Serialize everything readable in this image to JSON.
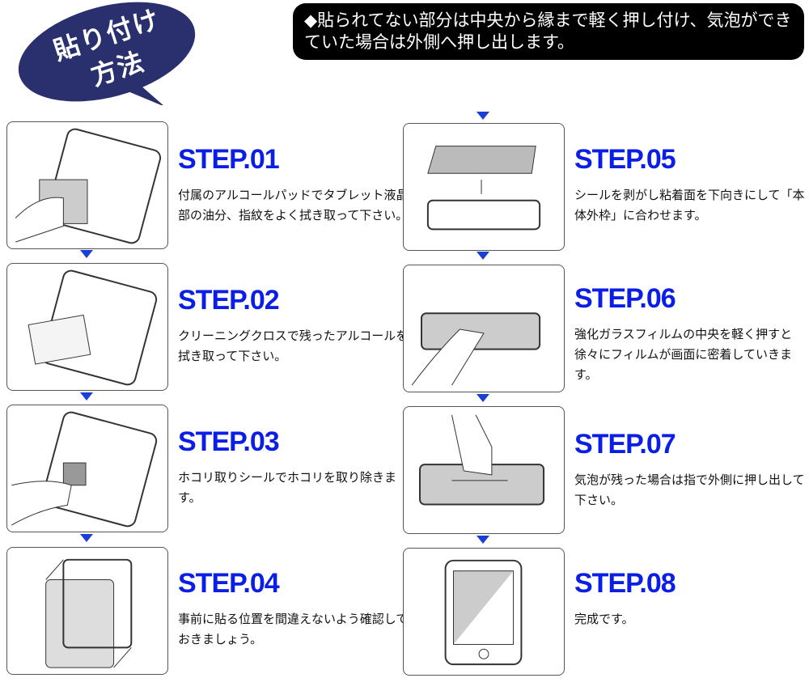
{
  "title": "貼り付け方法",
  "title_lines": [
    "貼り付け",
    "方法"
  ],
  "notice": "◆貼られてない部分は中央から縁まで軽く押し付け、気泡ができていた場合は外側へ押し出します。",
  "steps": [
    {
      "label": "STEP.01",
      "text": "付属のアルコールパッドでタブレット液晶部の油分、指紋をよく拭き取って下さい。"
    },
    {
      "label": "STEP.02",
      "text": "クリーニングクロスで残ったアルコールを拭き取って下さい。"
    },
    {
      "label": "STEP.03",
      "text": "ホコリ取りシールでホコリを取り除きます。"
    },
    {
      "label": "STEP.04",
      "text": "事前に貼る位置を間違えないよう確認しておきましょう。"
    },
    {
      "label": "STEP.05",
      "text": "シールを剥がし粘着面を下向きにして「本体外枠」に合わせます。"
    },
    {
      "label": "STEP.06",
      "text": "強化ガラスフィルムの中央を軽く押すと徐々にフィルムが画面に密着していきます。"
    },
    {
      "label": "STEP.07",
      "text": "気泡が残った場合は指で外側に押し出して下さい。"
    },
    {
      "label": "STEP.08",
      "text": "完成です。"
    }
  ],
  "colors": {
    "accent": "#0a1ee6",
    "bubble": "#2a2f6e",
    "notice_bg": "#000000"
  }
}
